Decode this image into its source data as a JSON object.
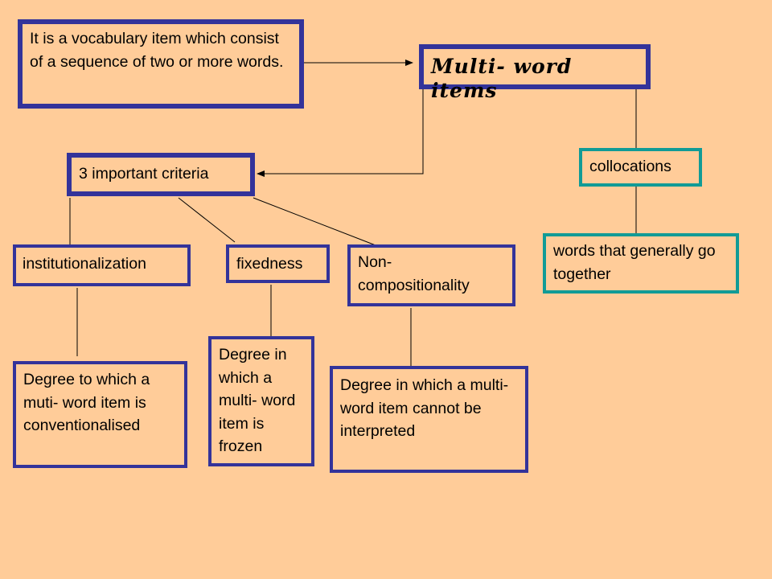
{
  "definition": "It is a vocabulary item which consist of a sequence of two or more words.",
  "title": "Multi- word items",
  "criteria": "3 important criteria",
  "collocations": "collocations",
  "collocations_def": "words that generally go together",
  "institutionalization": "institutionalization",
  "fixedness": "fixedness",
  "non_compositionality": "Non- compositionality",
  "institutionalization_def": "Degree to which a muti- word item is conventionalised",
  "fixedness_def": "Degree in which a multi- word item is frozen",
  "non_compositionality_def": "Degree in which a multi-word item cannot be interpreted",
  "colors": {
    "background": "#FFCC99",
    "box_border_blue": "#33339A",
    "box_border_teal": "#119B96"
  }
}
